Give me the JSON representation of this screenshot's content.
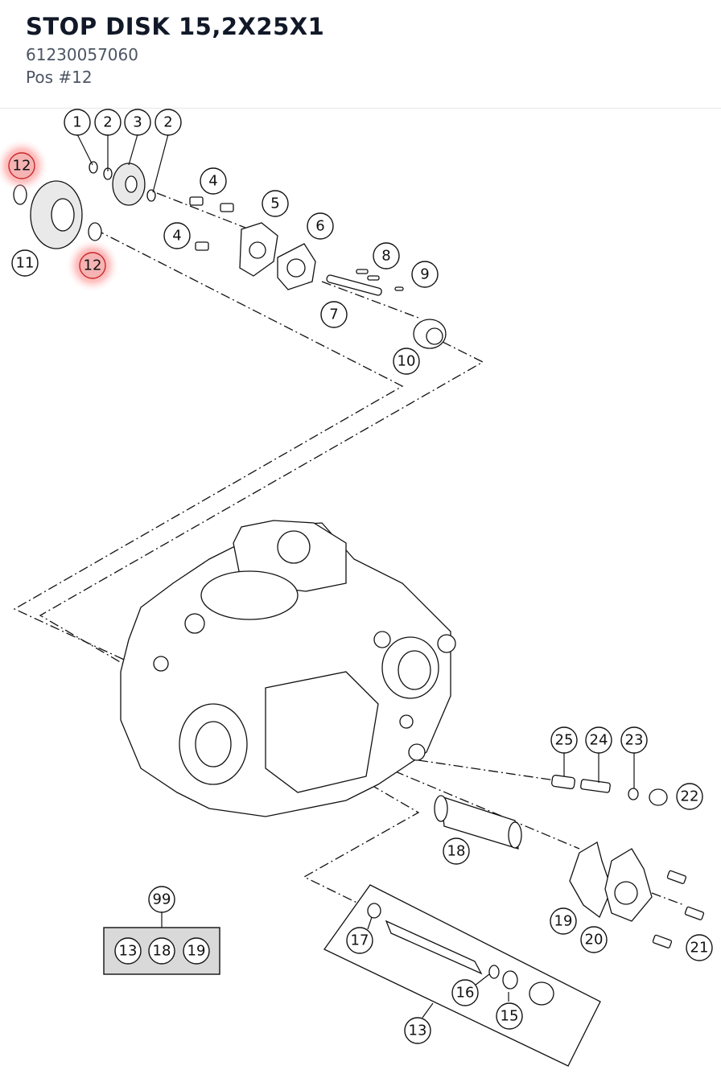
{
  "header": {
    "title": "STOP DISK 15,2X25X1",
    "part_number": "61230057060",
    "position": "Pos #12"
  },
  "diagram": {
    "highlight_color": "#e53935",
    "callouts": [
      {
        "label": "1",
        "highlighted": false
      },
      {
        "label": "2",
        "highlighted": false
      },
      {
        "label": "3",
        "highlighted": false
      },
      {
        "label": "2",
        "highlighted": false
      },
      {
        "label": "12",
        "highlighted": true
      },
      {
        "label": "11",
        "highlighted": false
      },
      {
        "label": "12",
        "highlighted": true
      },
      {
        "label": "4",
        "highlighted": false
      },
      {
        "label": "5",
        "highlighted": false
      },
      {
        "label": "4",
        "highlighted": false
      },
      {
        "label": "6",
        "highlighted": false
      },
      {
        "label": "8",
        "highlighted": false
      },
      {
        "label": "9",
        "highlighted": false
      },
      {
        "label": "7",
        "highlighted": false
      },
      {
        "label": "10",
        "highlighted": false
      },
      {
        "label": "25",
        "highlighted": false
      },
      {
        "label": "24",
        "highlighted": false
      },
      {
        "label": "23",
        "highlighted": false
      },
      {
        "label": "22",
        "highlighted": false
      },
      {
        "label": "18",
        "highlighted": false
      },
      {
        "label": "99",
        "highlighted": false
      },
      {
        "label": "13",
        "highlighted": false
      },
      {
        "label": "18",
        "highlighted": false
      },
      {
        "label": "19",
        "highlighted": false
      },
      {
        "label": "19",
        "highlighted": false
      },
      {
        "label": "20",
        "highlighted": false
      },
      {
        "label": "21",
        "highlighted": false
      },
      {
        "label": "17",
        "highlighted": false
      },
      {
        "label": "16",
        "highlighted": false
      },
      {
        "label": "15",
        "highlighted": false
      },
      {
        "label": "13",
        "highlighted": false
      }
    ]
  }
}
